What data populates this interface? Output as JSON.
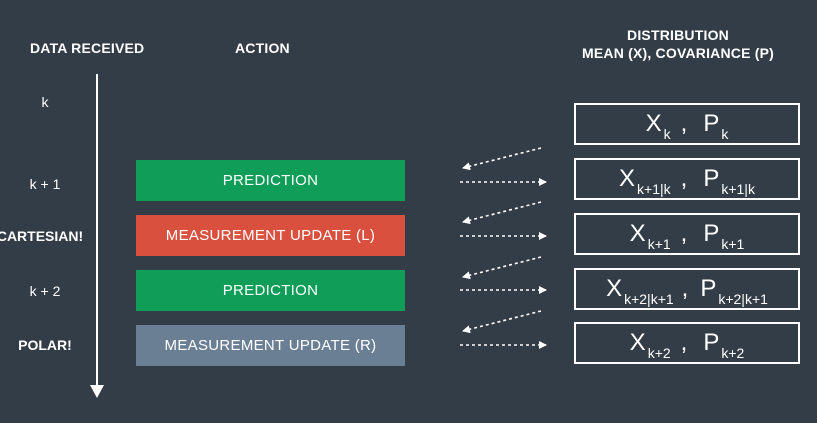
{
  "headers": {
    "data_received": "DATA RECEIVED",
    "action": "ACTION",
    "distribution_line1": "DISTRIBUTION",
    "distribution_line2": "MEAN (X), COVARIANCE (P)"
  },
  "rows": [
    {
      "time_label": "k",
      "action": null,
      "x": "X",
      "x_sub": "k",
      "sep": ",",
      "p": "P",
      "p_sub": "k"
    },
    {
      "time_label": "k + 1",
      "action": "PREDICTION",
      "action_color": "#0f9d58",
      "x": "X",
      "x_sub": "k+1|k",
      "sep": ",",
      "p": "P",
      "p_sub": "k+1|k"
    },
    {
      "time_label": "CARTESIAN!",
      "action": "MEASUREMENT UPDATE (L)",
      "action_color": "#d9503f",
      "x": "X",
      "x_sub": "k+1",
      "sep": ",",
      "p": "P",
      "p_sub": "k+1"
    },
    {
      "time_label": "k + 2",
      "action": "PREDICTION",
      "action_color": "#0f9d58",
      "x": "X",
      "x_sub": "k+2|k+1",
      "sep": ",",
      "p": "P",
      "p_sub": "k+2|k+1"
    },
    {
      "time_label": "POLAR!",
      "action": "MEASUREMENT UPDATE (R)",
      "action_color": "#6b7f94",
      "x": "X",
      "x_sub": "k+2",
      "sep": ",",
      "p": "P",
      "p_sub": "k+2"
    }
  ],
  "colors": {
    "background": "#333d47",
    "prediction": "#0f9d58",
    "measurement_laser": "#d9503f",
    "measurement_radar": "#6b7f94",
    "foreground": "#ffffff"
  }
}
